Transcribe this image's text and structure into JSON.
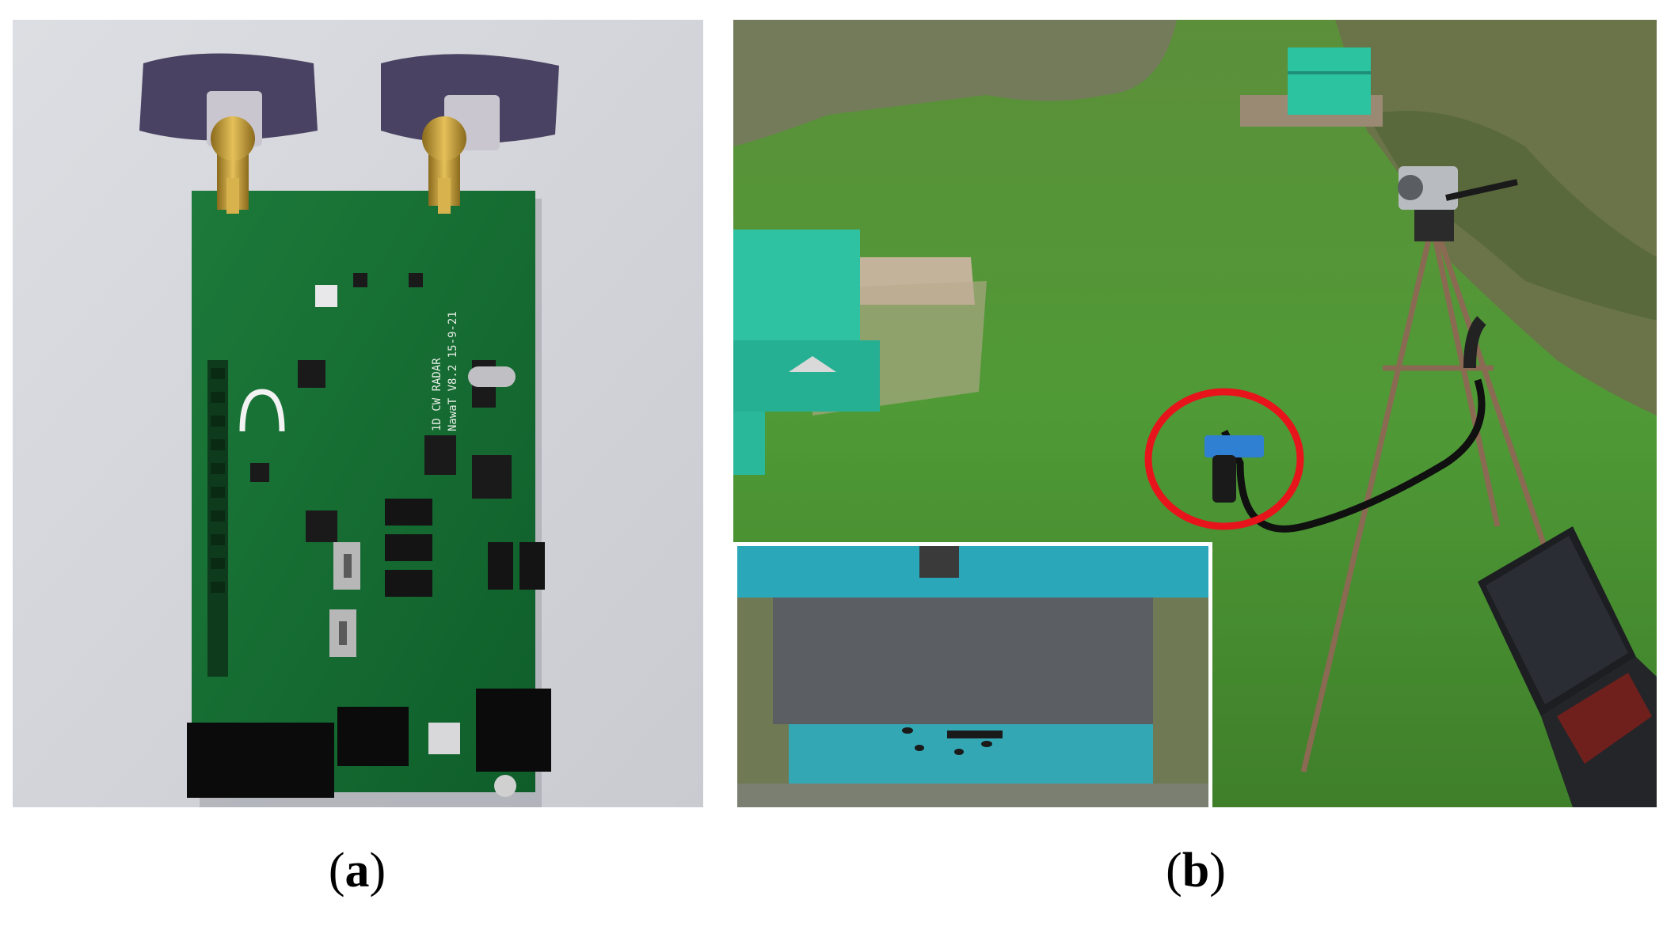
{
  "figure": {
    "panels": [
      {
        "id": "a",
        "caption_open": "(",
        "caption_letter": "a",
        "caption_close": ")",
        "pcb_silkscreen": [
          "1D CW RADAR",
          "NawaT V8.2 15-9-21"
        ]
      },
      {
        "id": "b",
        "caption_open": "(",
        "caption_letter": "b",
        "caption_close": ")",
        "highlight_color": "#e8141c"
      }
    ]
  }
}
